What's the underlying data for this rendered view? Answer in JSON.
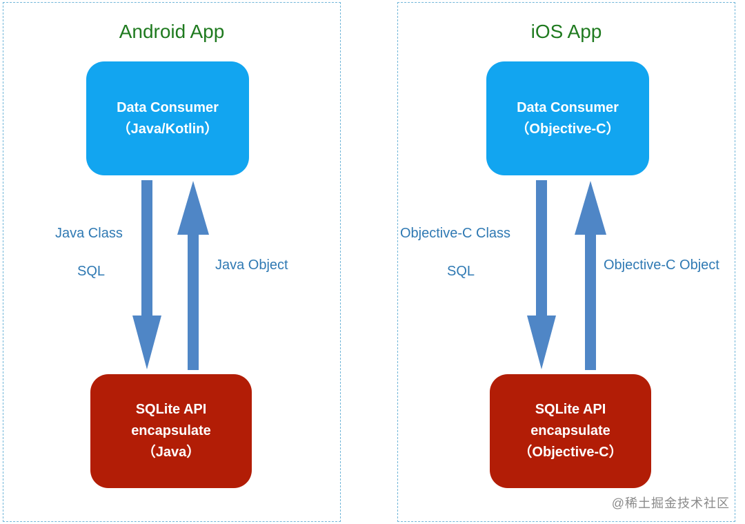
{
  "android": {
    "title": "Android App",
    "consumer": {
      "line1": "Data Consumer",
      "line2": "（Java/Kotlin）"
    },
    "sqlite": {
      "line1": "SQLite API",
      "line2": "encapsulate",
      "line3": "（Java）"
    },
    "down_labels": [
      "Java Class",
      "SQL"
    ],
    "up_label": "Java Object"
  },
  "ios": {
    "title": "iOS App",
    "consumer": {
      "line1": "Data Consumer",
      "line2": "（Objective-C）"
    },
    "sqlite": {
      "line1": "SQLite API",
      "line2": "encapsulate",
      "line3": "（Objective-C）"
    },
    "down_labels": [
      "Objective-C Class",
      "SQL"
    ],
    "up_label": "Objective-C Object"
  },
  "watermark": "@稀土掘金技术社区",
  "colors": {
    "consumer_box": "#12a5f0",
    "sqlite_box": "#b21d06",
    "arrow": "#4f86c6",
    "label_text": "#2f79b3",
    "title_text": "#1f7a1f",
    "panel_border": "#6fb5d8"
  }
}
